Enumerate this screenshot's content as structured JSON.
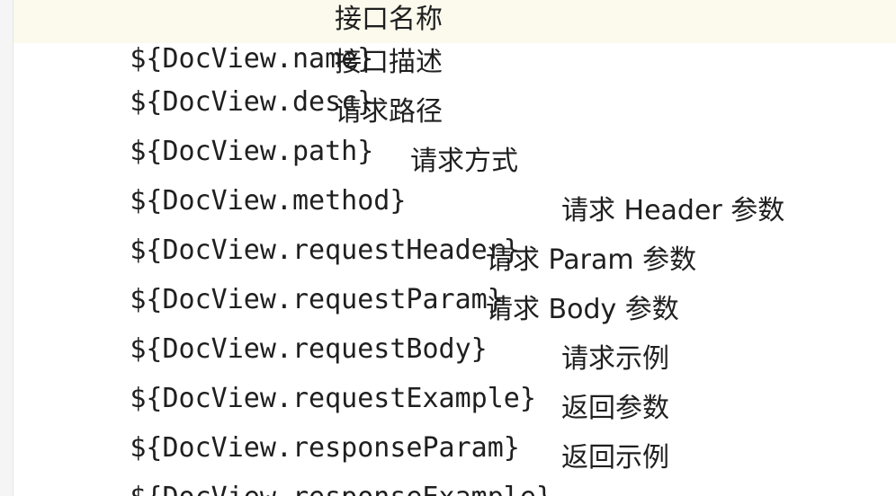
{
  "lines": [
    {
      "code": "${DocView.name}",
      "desc": "接口名称"
    },
    {
      "code": "${DocView.desc}",
      "desc": "接口描述"
    },
    {
      "code": "${DocView.path}",
      "desc": "请求路径"
    },
    {
      "code": "${DocView.method}",
      "desc": "请求方式"
    },
    {
      "code": "${DocView.requestHeader}",
      "desc": "请求 Header 参数"
    },
    {
      "code": "${DocView.requestParam}",
      "desc": "请求 Param 参数"
    },
    {
      "code": "${DocView.requestBody}",
      "desc": "请求 Body 参数"
    },
    {
      "code": "${DocView.requestExample}",
      "desc": "请求示例"
    },
    {
      "code": "${DocView.responseParam}",
      "desc": "返回参数"
    },
    {
      "code": "${DocView.responseExample}",
      "desc": "返回示例"
    }
  ]
}
